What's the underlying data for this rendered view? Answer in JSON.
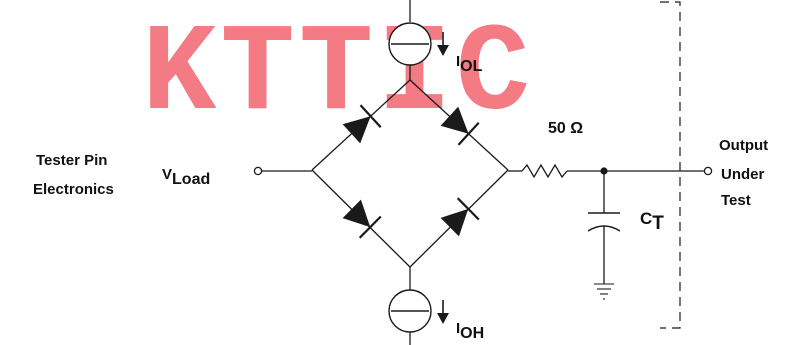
{
  "watermark": {
    "text": "KTTIC"
  },
  "labels": {
    "tester_line1": "Tester Pin",
    "tester_line2": "Electronics",
    "vload_main": "V",
    "vload_sub": "Load",
    "iol_main": "I",
    "iol_sub": "OL",
    "ioh_main": "I",
    "ioh_sub": "OH",
    "resistor": "50 Ω",
    "ct_main": "C",
    "ct_sub": "T",
    "output_line1": "Output",
    "output_line2": "Under",
    "output_line3": "Test"
  },
  "colors": {
    "watermark": "#f47a83",
    "line": "#1a1a1a",
    "text": "#111111"
  }
}
